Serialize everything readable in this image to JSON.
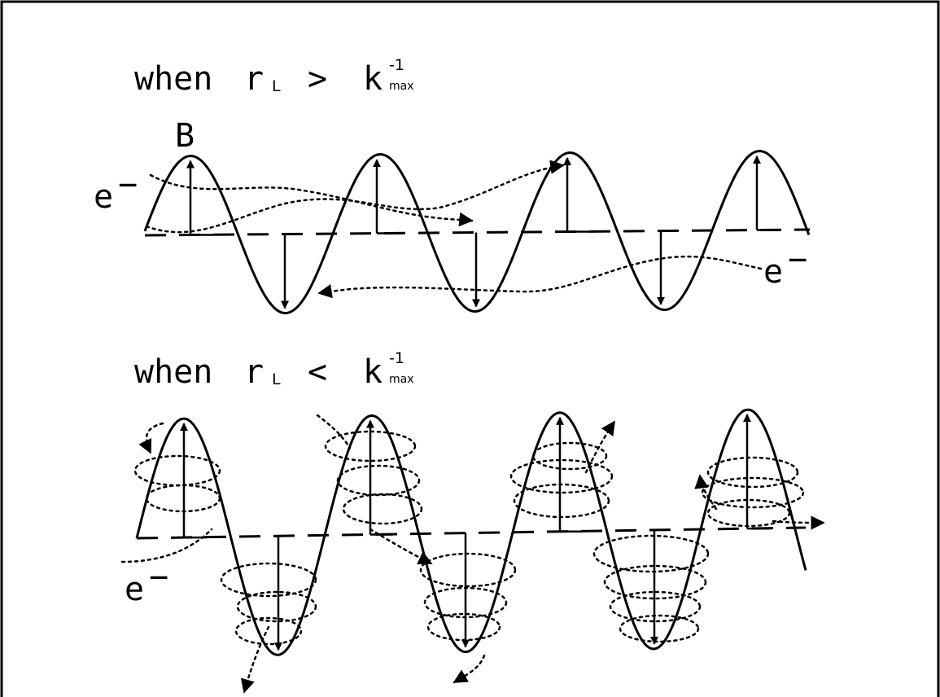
{
  "panel1": {
    "title_prefix": "when",
    "r": "r",
    "r_sub": "L",
    "relation": ">",
    "k": "k",
    "k_sup": "-1",
    "k_sub": "max",
    "field_label": "B",
    "electron_left": "e",
    "electron_right": "e",
    "electron_sup": "−"
  },
  "panel2": {
    "title_prefix": "when",
    "r": "r",
    "r_sub": "L",
    "relation": "<",
    "k": "k",
    "k_sup": "-1",
    "k_sub": "max",
    "electron_label": "e",
    "electron_sup": "−"
  },
  "colors": {
    "ink": "#000000",
    "background": "#ffffff"
  }
}
